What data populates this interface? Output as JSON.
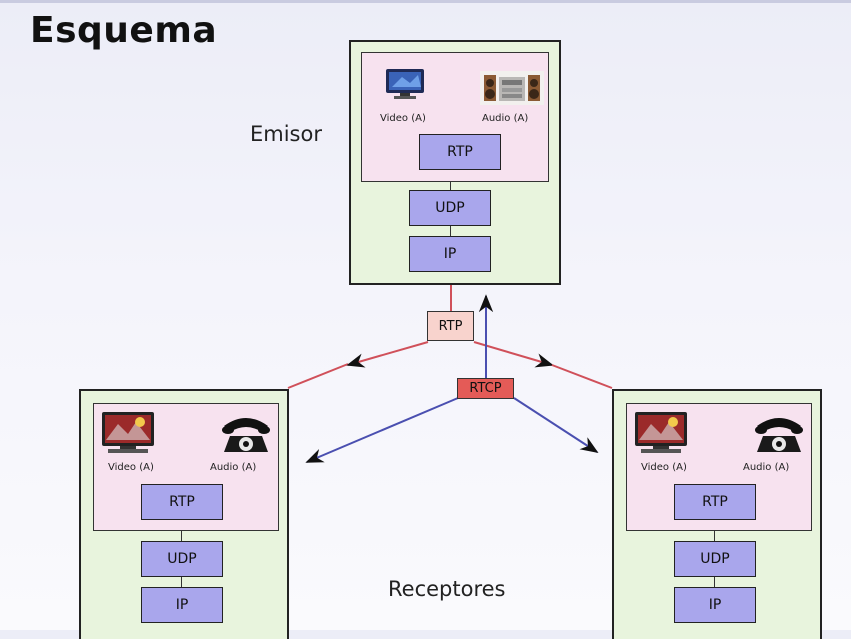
{
  "title": "Esquema",
  "sender": {
    "label": "Emisor",
    "video_label": "Video (A)",
    "audio_label": "Audio (A)",
    "stack": [
      "RTP",
      "UDP",
      "IP"
    ]
  },
  "receivers": {
    "label": "Receptores",
    "left": {
      "video_label": "Video (A)",
      "audio_label": "Audio (A)",
      "stack": [
        "RTP",
        "UDP",
        "IP"
      ]
    },
    "right": {
      "video_label": "Video (A)",
      "audio_label": "Audio (A)",
      "stack": [
        "RTP",
        "UDP",
        "IP"
      ]
    }
  },
  "flows": {
    "rtp_label": "RTP",
    "rtcp_label": "RTCP"
  },
  "colors": {
    "rtp_line": "#d0505a",
    "rtcp_line": "#4a4fb0",
    "rtp_tag": "#f8d3cd",
    "rtcp_tag": "#e45b57",
    "proto_box": "#a9a6ec",
    "node_bg": "#e8f4dd",
    "media_bg": "#f7e2ef"
  },
  "icons": {
    "video": "television-icon",
    "audio_sender": "stereo-system-icon",
    "audio_receiver": "telephone-icon"
  }
}
